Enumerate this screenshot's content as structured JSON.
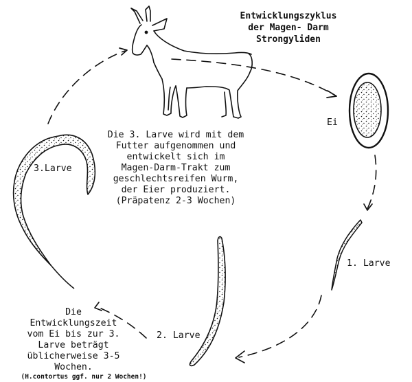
{
  "title": {
    "line1": "Entwicklungszyklus",
    "line2": "der Magen- Darm",
    "line3": "Strongyliden"
  },
  "stages": {
    "egg": "Ei",
    "larva1": "1. Larve",
    "larva2": "2. Larve",
    "larva3": "3.Larve"
  },
  "host_text": {
    "line1": "Die 3. Larve wird mit dem",
    "line2": "Futter aufgenommen und",
    "line3": "entwickelt sich im",
    "line4": "Magen-Darm-Trakt zum",
    "line5": "geschlechtsreifen Wurm,",
    "line6": "der Eier produziert.",
    "line7": "(Präpatenz 2-3 Wochen)"
  },
  "duration_text": {
    "line1": "Die",
    "line2": "Entwicklungszeit",
    "line3": "vom Ei bis zur 3.",
    "line4": "Larve beträgt",
    "line5": "üblicherweise 3-5",
    "line6": "Wochen.",
    "note": "(H.contortus ggf. nur 2 Wochen!)"
  },
  "colors": {
    "ink": "#111111",
    "background": "#ffffff"
  }
}
